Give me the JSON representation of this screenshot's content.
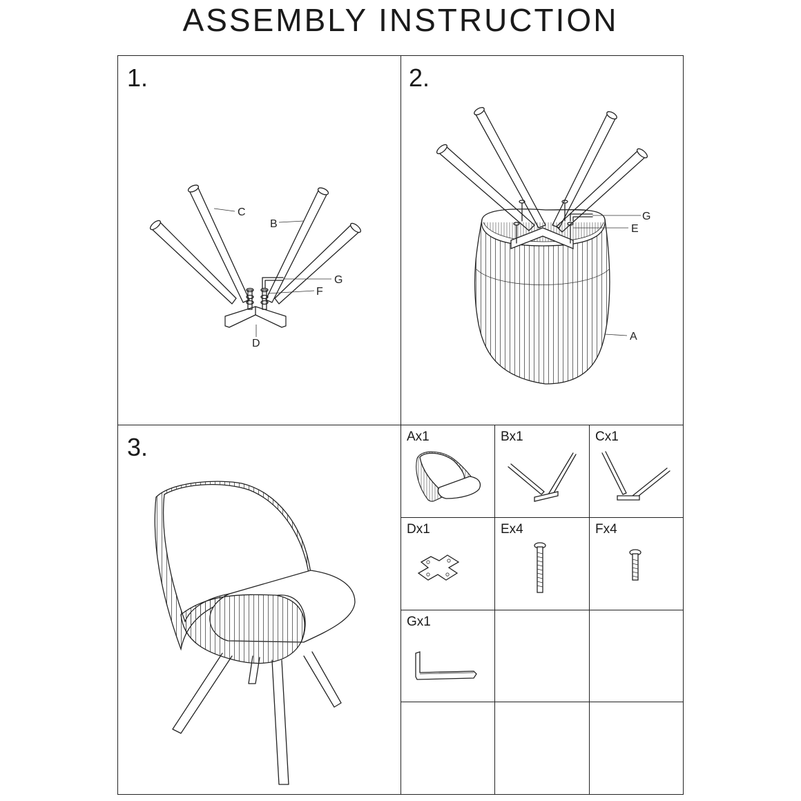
{
  "title": "ASSEMBLY INSTRUCTION",
  "steps": [
    {
      "number": "1.",
      "labels": {
        "C": "C",
        "B": "B",
        "G": "G",
        "F": "F",
        "D": "D"
      }
    },
    {
      "number": "2.",
      "labels": {
        "G": "G",
        "E": "E",
        "A": "A"
      }
    },
    {
      "number": "3."
    }
  ],
  "parts": [
    {
      "id": "A",
      "label": "Ax1"
    },
    {
      "id": "B",
      "label": "Bx1"
    },
    {
      "id": "C",
      "label": "Cx1"
    },
    {
      "id": "D",
      "label": "Dx1"
    },
    {
      "id": "E",
      "label": "Ex4"
    },
    {
      "id": "F",
      "label": "Fx4"
    },
    {
      "id": "G",
      "label": "Gx1"
    }
  ]
}
